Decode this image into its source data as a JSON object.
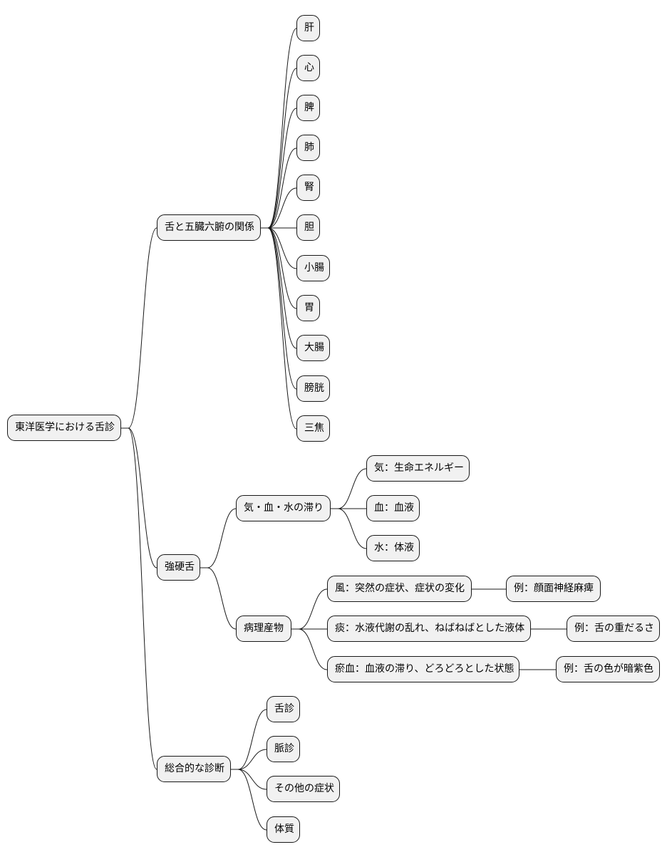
{
  "mindmap": {
    "root": {
      "label": "東洋医学における舌診"
    },
    "branches": [
      {
        "label": "舌と五臓六腑の関係",
        "children": [
          {
            "label": "肝"
          },
          {
            "label": "心"
          },
          {
            "label": "脾"
          },
          {
            "label": "肺"
          },
          {
            "label": "腎"
          },
          {
            "label": "胆"
          },
          {
            "label": "小腸"
          },
          {
            "label": "胃"
          },
          {
            "label": "大腸"
          },
          {
            "label": "膀胱"
          },
          {
            "label": "三焦"
          }
        ]
      },
      {
        "label": "強硬舌",
        "children": [
          {
            "label": "気・血・水の滞り",
            "children": [
              {
                "label": "気：生命エネルギー"
              },
              {
                "label": "血：血液"
              },
              {
                "label": "水：体液"
              }
            ]
          },
          {
            "label": "病理産物",
            "children": [
              {
                "label": "風：突然の症状、症状の変化",
                "example": "例：顔面神経麻痺"
              },
              {
                "label": "痰：水液代謝の乱れ、ねばねばとした液体",
                "example": "例：舌の重だるさ"
              },
              {
                "label": "瘀血：血液の滞り、どろどろとした状態",
                "example": "例：舌の色が暗紫色"
              }
            ]
          }
        ]
      },
      {
        "label": "総合的な診断",
        "children": [
          {
            "label": "舌診"
          },
          {
            "label": "脈診"
          },
          {
            "label": "その他の症状"
          },
          {
            "label": "体質"
          }
        ]
      }
    ]
  },
  "colors": {
    "node_fill": "#f1f1f1",
    "node_border": "#181818",
    "edge": "#181818",
    "background": "#ffffff"
  }
}
